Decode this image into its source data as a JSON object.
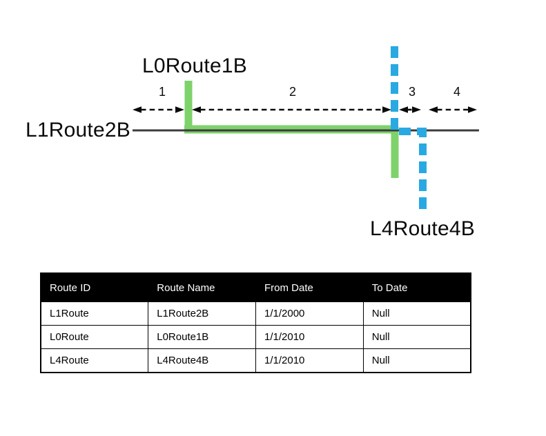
{
  "colors": {
    "green": "#7ED26B",
    "blue": "#29A9E1",
    "route_line": "#3C3C3C",
    "dimension": "#0A0A0A"
  },
  "diagram": {
    "labels": {
      "top": "L0Route1B",
      "left": "L1Route2B",
      "bottom": "L4Route4B"
    },
    "segment_labels": [
      "1",
      "2",
      "3",
      "4"
    ]
  },
  "table": {
    "columns": [
      "Route ID",
      "Route Name",
      "From Date",
      "To Date"
    ],
    "rows": [
      [
        "L1Route",
        "L1Route2B",
        "1/1/2000",
        "Null"
      ],
      [
        "L0Route",
        "L0Route1B",
        "1/1/2010",
        "Null"
      ],
      [
        "L4Route",
        "L4Route4B",
        "1/1/2010",
        "Null"
      ]
    ]
  }
}
